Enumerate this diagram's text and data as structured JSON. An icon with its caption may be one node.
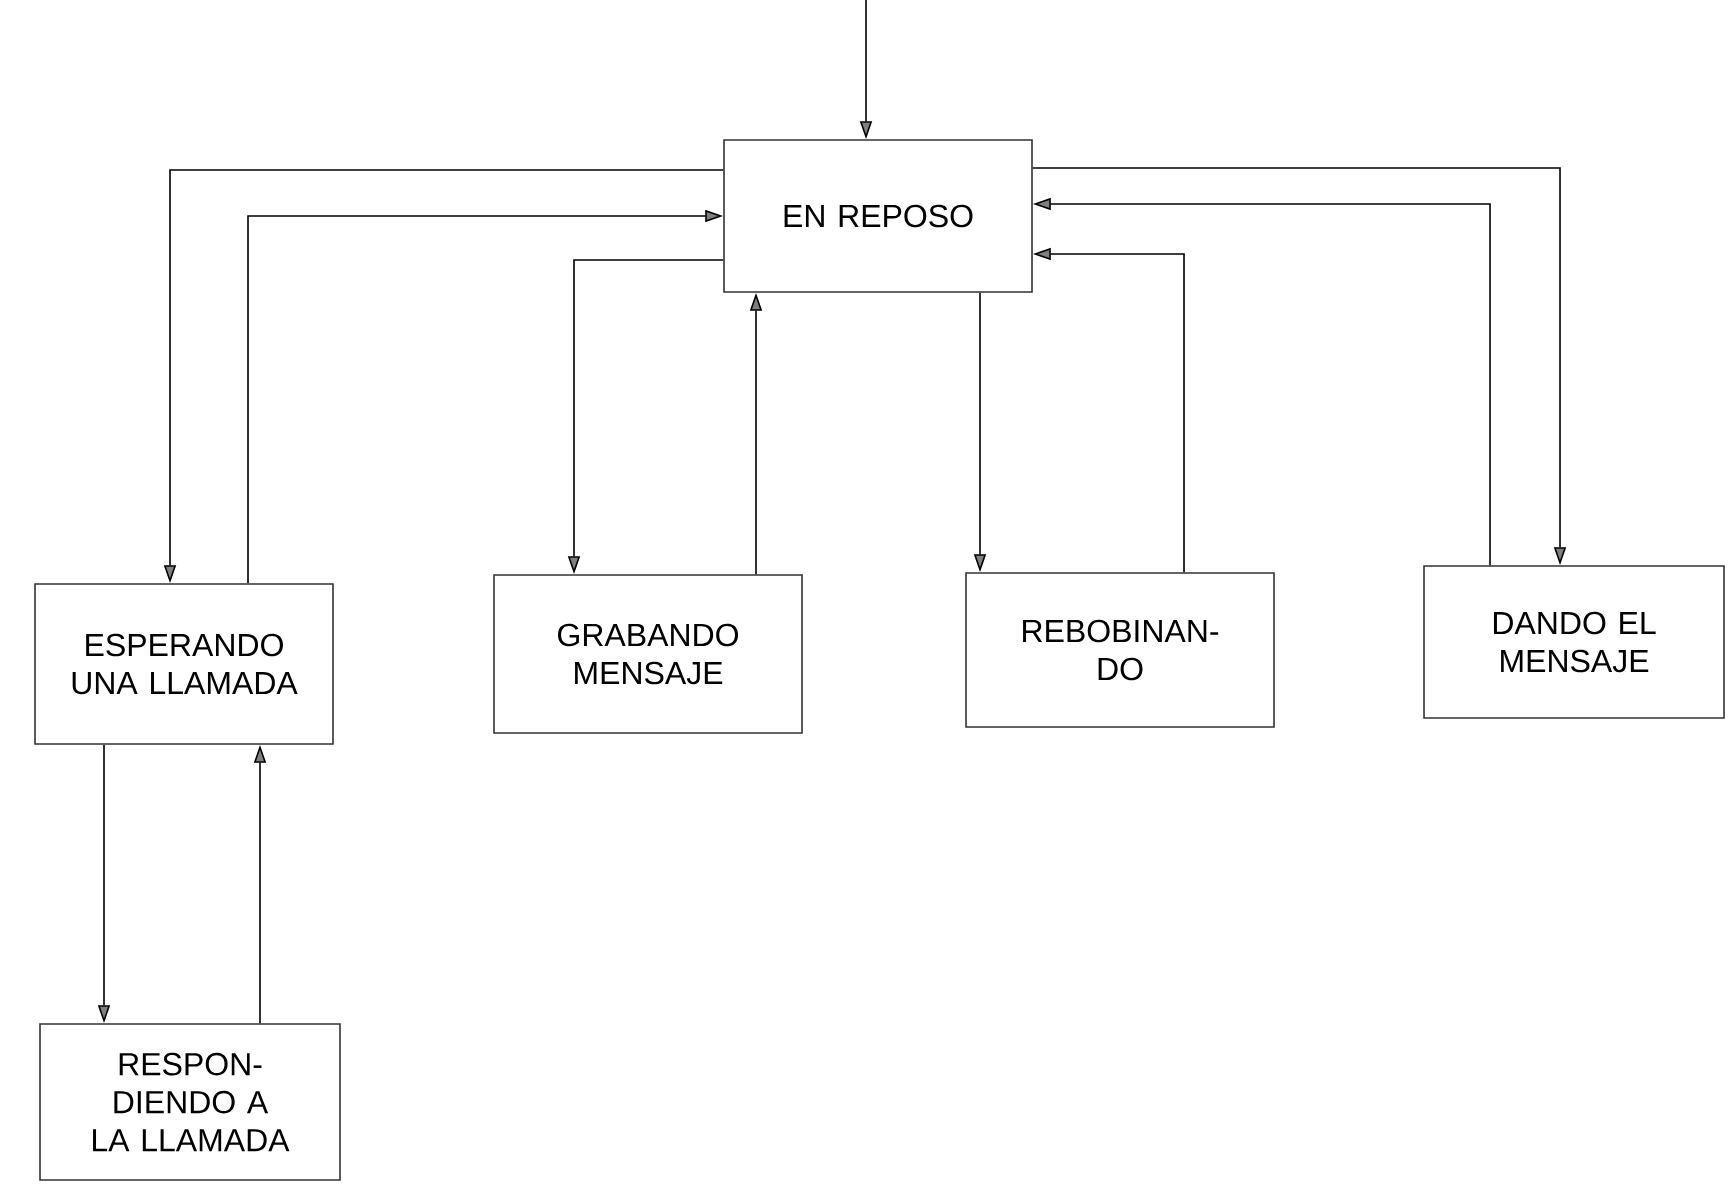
{
  "diagram": {
    "nodes": [
      {
        "text": [
          "EN REPOSO"
        ]
      },
      {
        "text": [
          "ESPERANDO UNA LLAMADA"
        ]
      },
      {
        "text": [
          "GRABANDO MENSAJE"
        ]
      },
      {
        "text": [
          "REBOBINAN- DO"
        ]
      },
      {
        "text": [
          "DANDO EL MENSAJE"
        ]
      },
      {
        "text": [
          "RESPON- DIENDO A LA LLAMADA"
        ]
      }
    ],
    "edges": [
      {
        "from": null,
        "to": 0,
        "arrow": "to"
      },
      {
        "from": 0,
        "to": 1,
        "arrow": "to"
      },
      {
        "from": 1,
        "to": 0,
        "arrow": "to"
      },
      {
        "from": 0,
        "to": 2,
        "arrow": "to"
      },
      {
        "from": 2,
        "to": 0,
        "arrow": "to"
      },
      {
        "from": 0,
        "to": 3,
        "arrow": "to"
      },
      {
        "from": 3,
        "to": 0,
        "arrow": "to"
      },
      {
        "from": 4,
        "to": 0,
        "arrow": "to"
      },
      {
        "from": 0,
        "to": 4,
        "arrow": "to"
      },
      {
        "from": 1,
        "to": 5,
        "arrow": "to"
      },
      {
        "from": 5,
        "to": 1,
        "arrow": "to"
      }
    ]
  }
}
